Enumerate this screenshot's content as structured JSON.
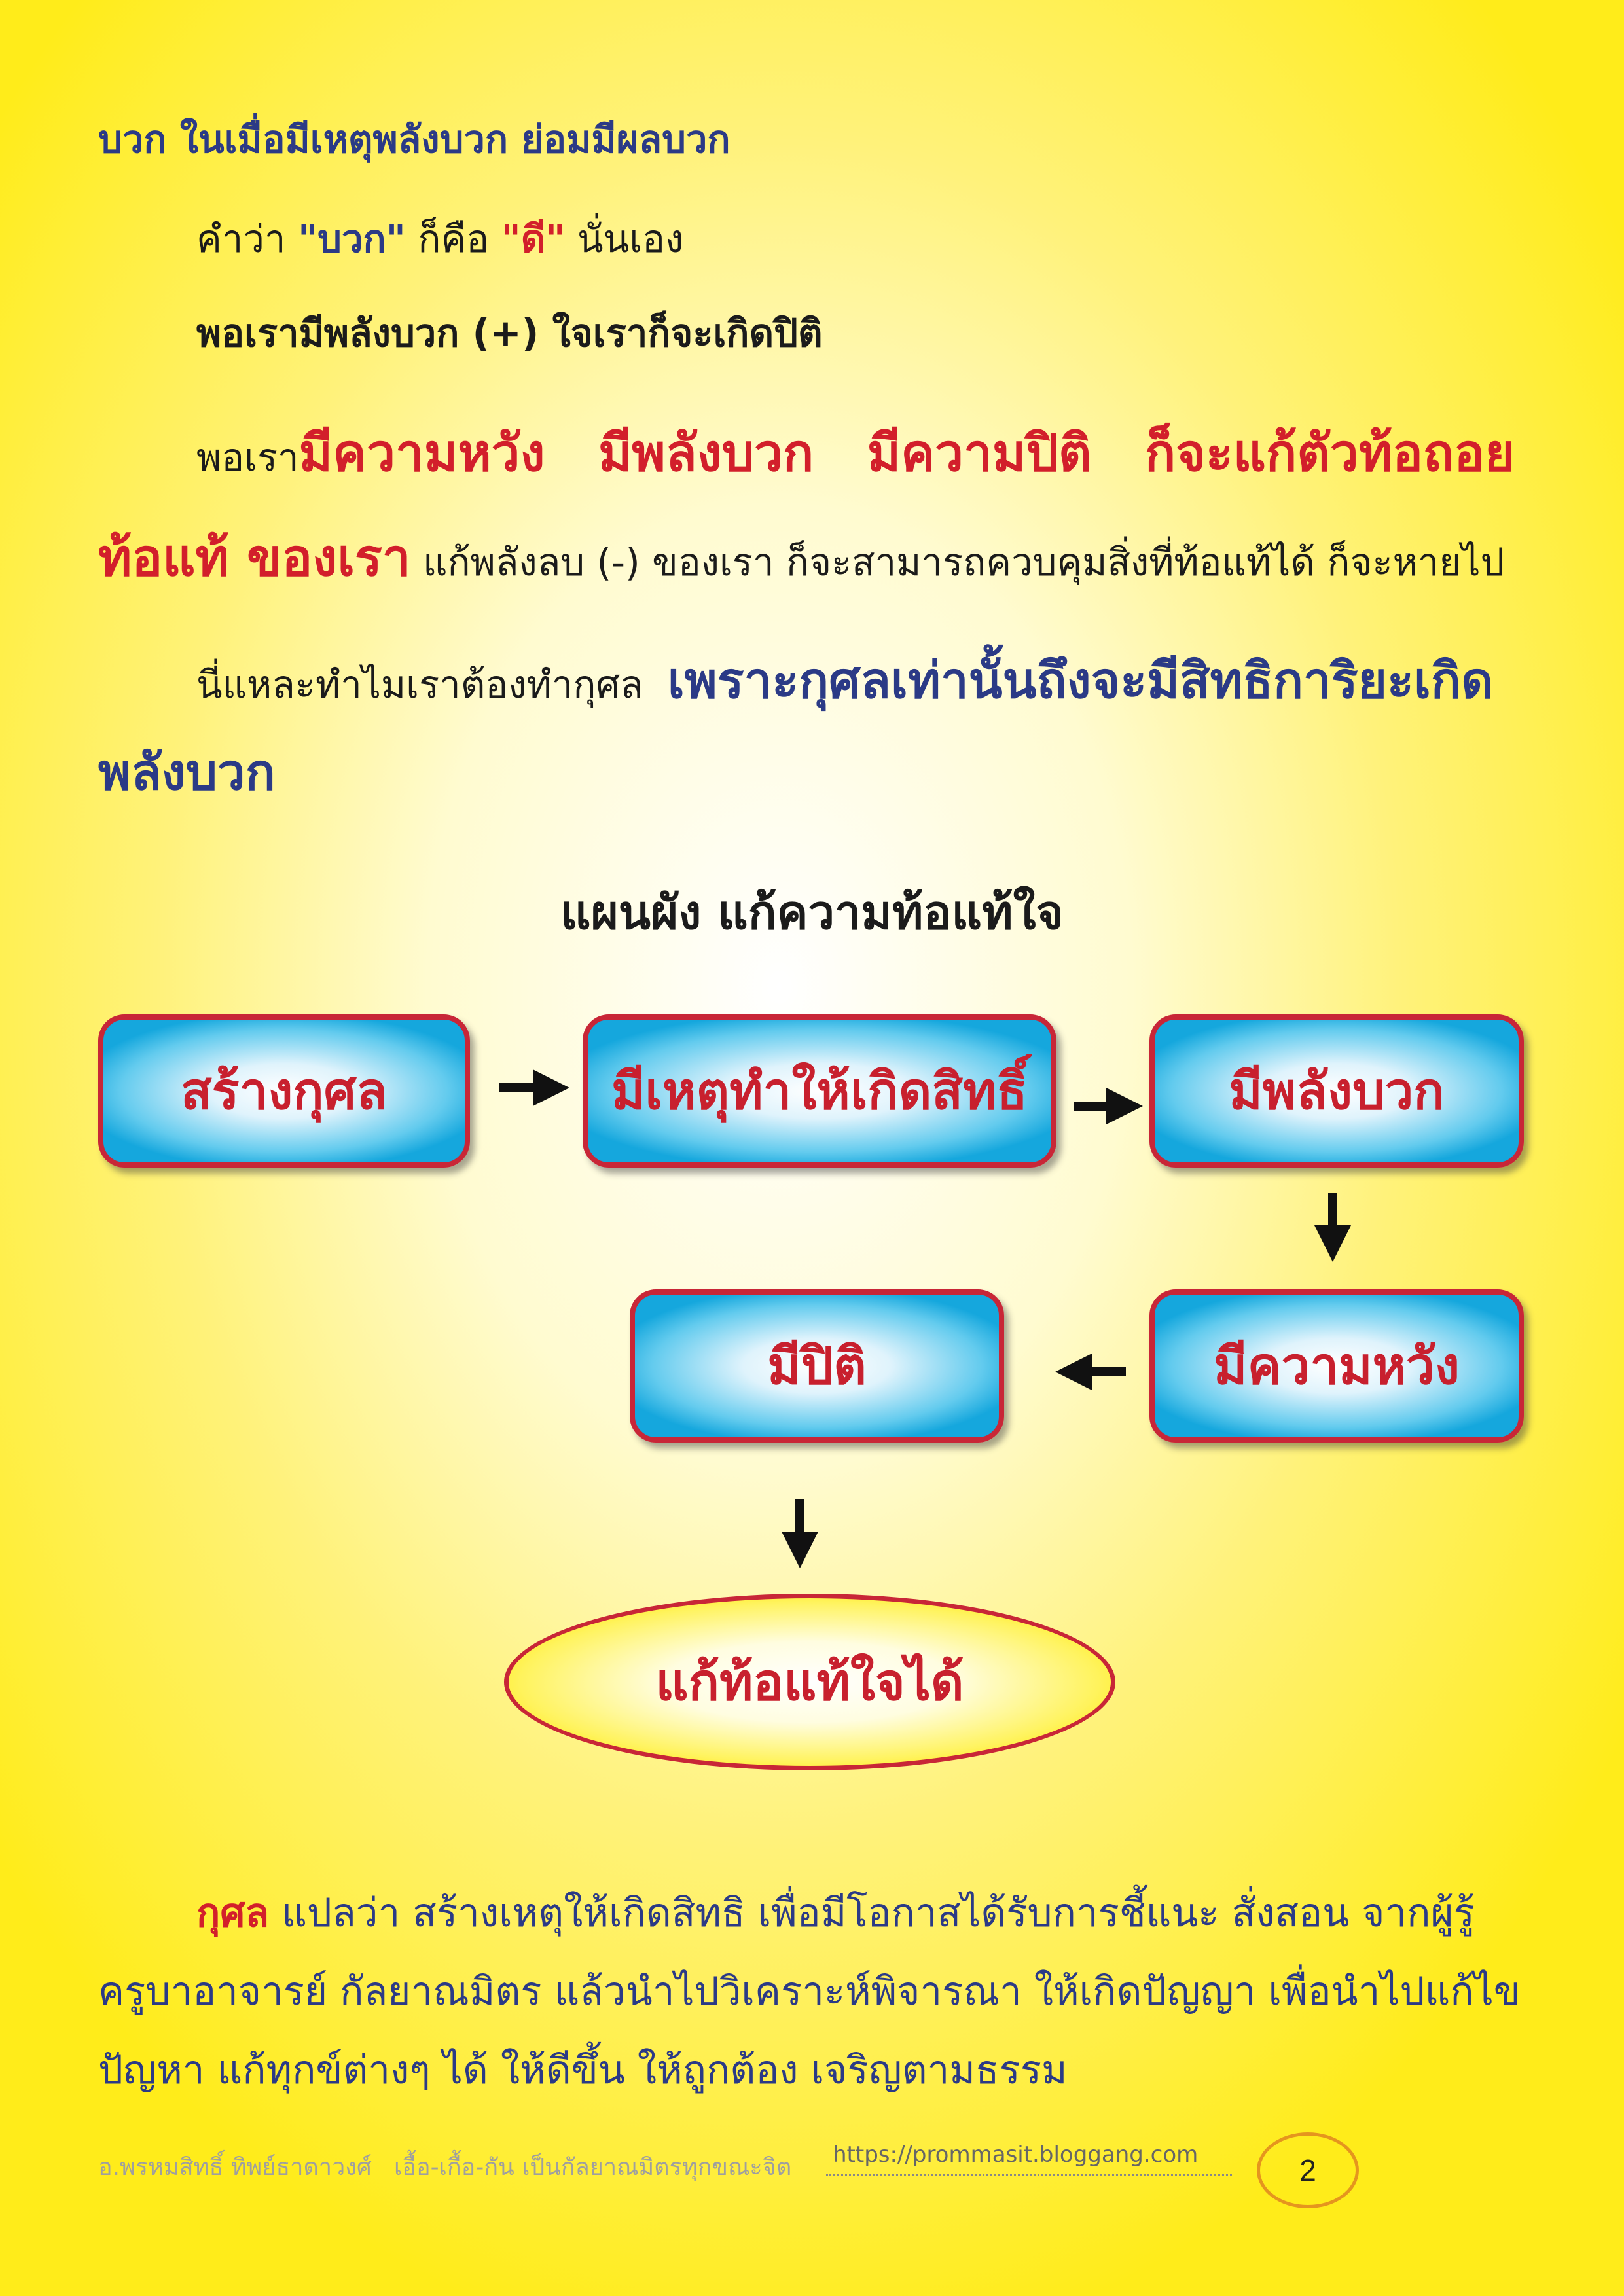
{
  "intro": {
    "line1": "บวก ในเมื่อมีเหตุพลังบวก ย่อมมีผลบวก",
    "line2_a": "คำว่า ",
    "line2_b": "\"บวก\"",
    "line2_c": " ก็คือ ",
    "line2_d": "\"ดี\"",
    "line2_e": " นั่นเอง",
    "line3": "พอเรามีพลังบวก (+) ใจเราก็จะเกิดปิติ",
    "line4_a": "พอเรา",
    "line4_b": "มีความหวัง   มีพลังบวก   มีความปิติ   ก็จะแก้ตัวท้อถอย",
    "line5_a": "ท้อแท้ ของเรา",
    "line5_b": " แก้พลังลบ (-) ของเรา ก็จะสามารถควบคุมสิ่งที่ท้อแท้ได้ ก็จะหายไป",
    "line6_a": "นี่แหละทำไมเราต้องทำกุศล  ",
    "line6_b": "เพราะกุศลเท่านั้นถึงจะมีสิทธิการิยะเกิด",
    "line7": "พลังบวก"
  },
  "chart": {
    "title": "แผนผัง แก้ความท้อแท้ใจ",
    "steps": [
      "สร้างกุศล",
      "มีเหตุทำให้เกิดสิทธิ์",
      "มีพลังบวก",
      "มีความหวัง",
      "มีปิติ"
    ],
    "result": "แก้ท้อแท้ใจได้"
  },
  "explanation": {
    "term": "กุศล",
    "line1": " แปลว่า สร้างเหตุให้เกิดสิทธิ เพื่อมีโอกาสได้รับการชี้แนะ สั่งสอน จากผู้รู้",
    "line2": "ครูบาอาจารย์ กัลยาณมิตร แล้วนำไปวิเคราะห์พิจารณา ให้เกิดปัญญา เพื่อนำไปแก้ไข",
    "line3": "ปัญหา แก้ทุกข์ต่างๆ ได้ ให้ดีขึ้น ให้ถูกต้อง เจริญตามธรรม"
  },
  "footer": {
    "author": "อ.พรหมสิทธิ์ ทิพย์ธาดาวงศ์   เอื้อ-เกื้อ-กัน เป็นกัลยาณมิตรทุกขณะจิต",
    "url": "https://prommasit.bloggang.com",
    "page_number": "2"
  },
  "colors": {
    "navy_text": "#2b3a86",
    "red_text": "#d21f2b",
    "box_border": "#c82637",
    "box_fill": "#15a7dd",
    "page_background": "#ffec1a"
  }
}
